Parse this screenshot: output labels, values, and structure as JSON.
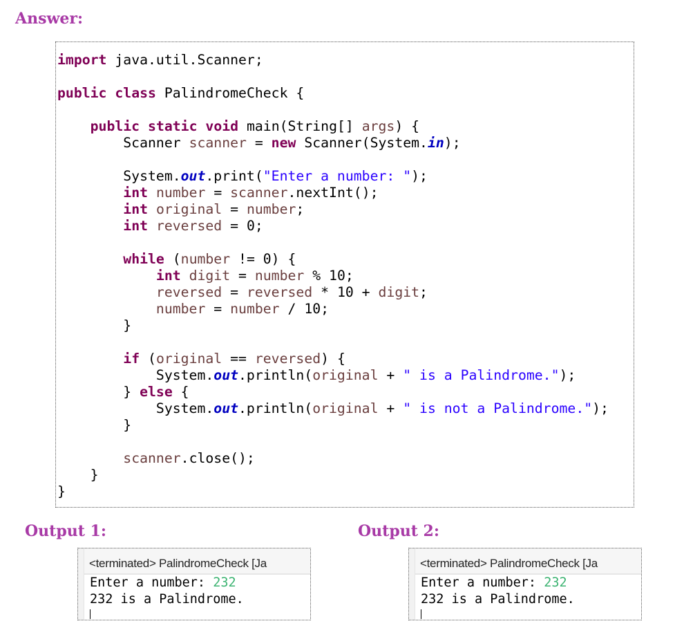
{
  "headings": {
    "answer": "Answer:",
    "output1": "Output 1:",
    "output2": "Output 2:"
  },
  "colors": {
    "heading": "#a83aa6",
    "keyword": "#7f0055",
    "variable": "#6a3e3e",
    "string": "#2a00ff",
    "field": "#0000c0",
    "console_input": "#3cb371"
  },
  "code": [
    [
      [
        "k",
        "import"
      ],
      [
        "p",
        " java.util.Scanner;"
      ]
    ],
    [],
    [
      [
        "k",
        "public"
      ],
      [
        "p",
        " "
      ],
      [
        "k",
        "class"
      ],
      [
        "p",
        " PalindromeCheck {"
      ]
    ],
    [],
    [
      [
        "p",
        "    "
      ],
      [
        "k",
        "public"
      ],
      [
        "p",
        " "
      ],
      [
        "k",
        "static"
      ],
      [
        "p",
        " "
      ],
      [
        "k",
        "void"
      ],
      [
        "p",
        " main(String[] "
      ],
      [
        "v",
        "args"
      ],
      [
        "p",
        ") {"
      ]
    ],
    [
      [
        "p",
        "        Scanner "
      ],
      [
        "v",
        "scanner"
      ],
      [
        "p",
        " = "
      ],
      [
        "k",
        "new"
      ],
      [
        "p",
        " Scanner(System."
      ],
      [
        "f",
        "in"
      ],
      [
        "p",
        ");"
      ]
    ],
    [],
    [
      [
        "p",
        "        System."
      ],
      [
        "f",
        "out"
      ],
      [
        "p",
        ".print("
      ],
      [
        "s",
        "\"Enter a number: \""
      ],
      [
        "p",
        ");"
      ]
    ],
    [
      [
        "p",
        "        "
      ],
      [
        "k",
        "int"
      ],
      [
        "p",
        " "
      ],
      [
        "v",
        "number"
      ],
      [
        "p",
        " = "
      ],
      [
        "v",
        "scanner"
      ],
      [
        "p",
        ".nextInt();"
      ]
    ],
    [
      [
        "p",
        "        "
      ],
      [
        "k",
        "int"
      ],
      [
        "p",
        " "
      ],
      [
        "v",
        "original"
      ],
      [
        "p",
        " = "
      ],
      [
        "v",
        "number"
      ],
      [
        "p",
        ";"
      ]
    ],
    [
      [
        "p",
        "        "
      ],
      [
        "k",
        "int"
      ],
      [
        "p",
        " "
      ],
      [
        "v",
        "reversed"
      ],
      [
        "p",
        " = 0;"
      ]
    ],
    [],
    [
      [
        "p",
        "        "
      ],
      [
        "k",
        "while"
      ],
      [
        "p",
        " ("
      ],
      [
        "v",
        "number"
      ],
      [
        "p",
        " != 0) {"
      ]
    ],
    [
      [
        "p",
        "            "
      ],
      [
        "k",
        "int"
      ],
      [
        "p",
        " "
      ],
      [
        "v",
        "digit"
      ],
      [
        "p",
        " = "
      ],
      [
        "v",
        "number"
      ],
      [
        "p",
        " % 10;"
      ]
    ],
    [
      [
        "p",
        "            "
      ],
      [
        "v",
        "reversed"
      ],
      [
        "p",
        " = "
      ],
      [
        "v",
        "reversed"
      ],
      [
        "p",
        " * 10 + "
      ],
      [
        "v",
        "digit"
      ],
      [
        "p",
        ";"
      ]
    ],
    [
      [
        "p",
        "            "
      ],
      [
        "v",
        "number"
      ],
      [
        "p",
        " = "
      ],
      [
        "v",
        "number"
      ],
      [
        "p",
        " / 10;"
      ]
    ],
    [
      [
        "p",
        "        }"
      ]
    ],
    [],
    [
      [
        "p",
        "        "
      ],
      [
        "k",
        "if"
      ],
      [
        "p",
        " ("
      ],
      [
        "v",
        "original"
      ],
      [
        "p",
        " == "
      ],
      [
        "v",
        "reversed"
      ],
      [
        "p",
        ") {"
      ]
    ],
    [
      [
        "p",
        "            System."
      ],
      [
        "f",
        "out"
      ],
      [
        "p",
        ".println("
      ],
      [
        "v",
        "original"
      ],
      [
        "p",
        " + "
      ],
      [
        "s",
        "\" is a Palindrome.\""
      ],
      [
        "p",
        ");"
      ]
    ],
    [
      [
        "p",
        "        } "
      ],
      [
        "k",
        "else"
      ],
      [
        "p",
        " {"
      ]
    ],
    [
      [
        "p",
        "            System."
      ],
      [
        "f",
        "out"
      ],
      [
        "p",
        ".println("
      ],
      [
        "v",
        "original"
      ],
      [
        "p",
        " + "
      ],
      [
        "s",
        "\" is not a Palindrome.\""
      ],
      [
        "p",
        ");"
      ]
    ],
    [
      [
        "p",
        "        }"
      ]
    ],
    [],
    [
      [
        "p",
        "        "
      ],
      [
        "v",
        "scanner"
      ],
      [
        "p",
        ".close();"
      ]
    ],
    [
      [
        "p",
        "    }"
      ]
    ],
    [
      [
        "p",
        "}"
      ]
    ]
  ],
  "consoles": [
    {
      "header": "<terminated> PalindromeCheck [Ja",
      "prompt": "Enter a number: ",
      "input": "232",
      "result": "232 is a Palindrome."
    },
    {
      "header": "<terminated> PalindromeCheck [Ja",
      "prompt": "Enter a number: ",
      "input": "232",
      "result": "232 is a Palindrome."
    }
  ]
}
